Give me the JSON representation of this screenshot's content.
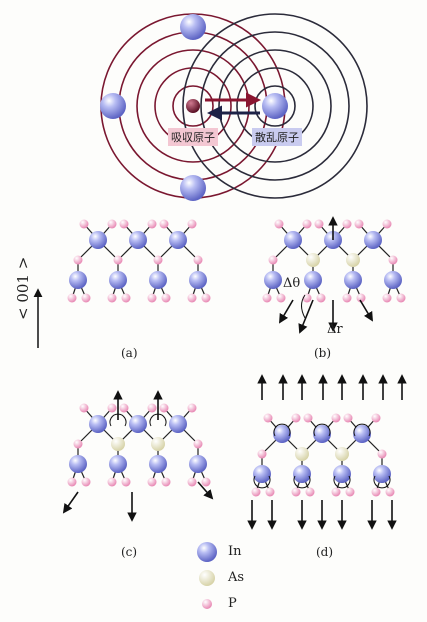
{
  "top": {
    "absorb_label": "吸収原子",
    "scatter_label": "散乱原子"
  },
  "axis_label": "< 001 >",
  "panels": {
    "a": "(a)",
    "b": "(b)",
    "c": "(c)",
    "d": "(d)"
  },
  "annotations": {
    "delta_theta": "Δθ",
    "delta_r": "Δr"
  },
  "legend": [
    {
      "symbol": "In",
      "color": "#8e95e6"
    },
    {
      "symbol": "As",
      "color": "#e8e6c8"
    },
    {
      "symbol": "P",
      "color": "#f1a8c8"
    }
  ],
  "colors": {
    "absorber_wave": "#7a1730",
    "scatter_wave": "#2b2b3a",
    "in_atom": "#8e95e6",
    "as_atom": "#e8e6c8",
    "p_atom": "#f1a8c8"
  }
}
